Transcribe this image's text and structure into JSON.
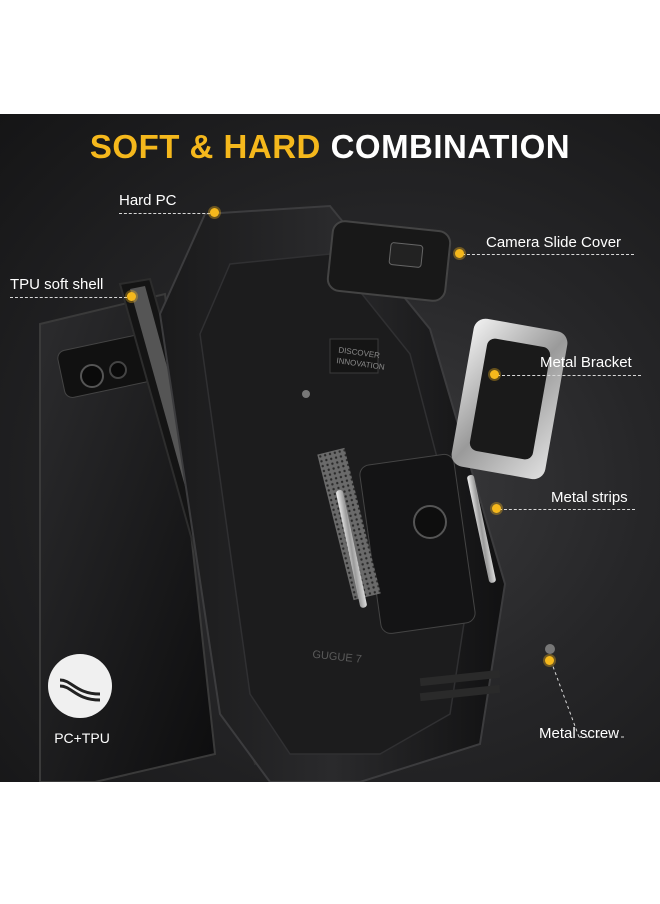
{
  "headline": {
    "highlight": "SOFT & HARD",
    "rest": "COMBINATION"
  },
  "callouts": {
    "hard_pc": "Hard PC",
    "tpu_soft_shell": "TPU soft shell",
    "camera_slide_cover": "Camera Slide Cover",
    "metal_bracket": "Metal Bracket",
    "metal_strips": "Metal strips",
    "metal_screw": "Metal screw"
  },
  "badge": {
    "label": "PC+TPU",
    "icon": "layer-curve-icon"
  },
  "case_engraving": {
    "top": "DISCOVER",
    "bottom": "INNOVATION",
    "brand": "GUGUE 7"
  },
  "colors": {
    "accent": "#f5b81c",
    "background": "#1f1f20",
    "text": "#ffffff"
  }
}
